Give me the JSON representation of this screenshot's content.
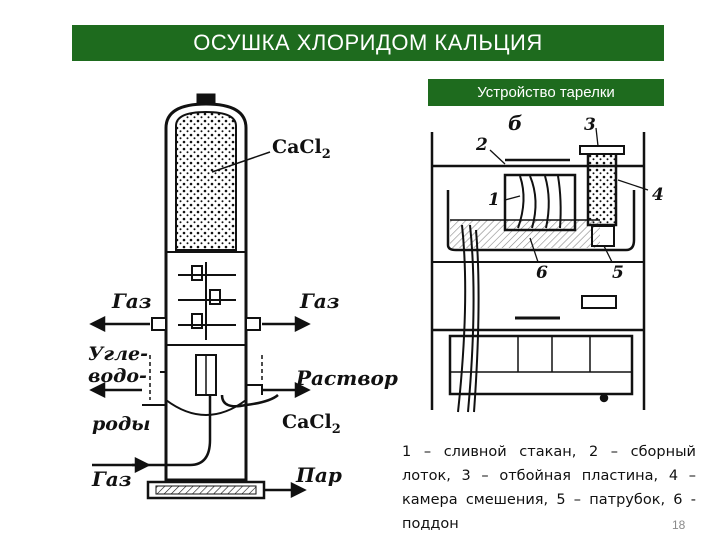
{
  "title": "ОСУШКА ХЛОРИДОМ КАЛЬЦИЯ",
  "subtitle": "Устройство тарелки",
  "column_labels": {
    "cacl2_top": "CaCl",
    "cacl2_top_sub": "2",
    "gas_left": "Газ",
    "gas_right": "Газ",
    "hydrocarbons_1": "Угле-",
    "hydrocarbons_2": "водо-",
    "hydrocarbons_3": "роды",
    "solution": "Раствор",
    "cacl2_out": "CaCl",
    "cacl2_out_sub": "2",
    "gas_bottom": "Газ",
    "steam": "Пар"
  },
  "plate_labels": {
    "letter": "б",
    "n1": "1",
    "n2": "2",
    "n3": "3",
    "n4": "4",
    "n5": "5",
    "n6": "6"
  },
  "legend": "1 – сливной стакан, 2 – сборный лоток, 3 – отбойная пластина, 4 – камера смешения, 5 – патрубок, 6 - поддон",
  "page_number": "18"
}
